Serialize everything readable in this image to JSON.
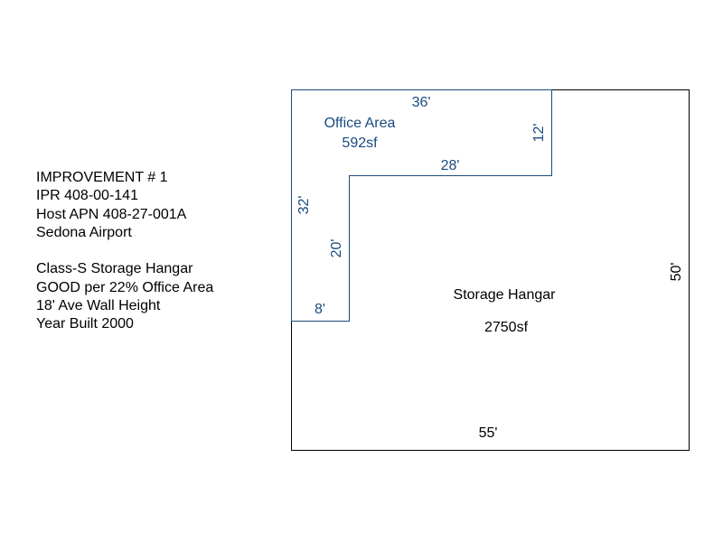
{
  "info_block": {
    "lines": [
      "IMPROVEMENT # 1",
      "IPR 408-00-141",
      "Host APN 408-27-001A",
      "Sedona Airport",
      "",
      "Class-S Storage Hangar",
      "GOOD per 22% Office Area",
      "18' Ave Wall Height",
      "Year Built 2000"
    ]
  },
  "office_area": {
    "label": "Office Area",
    "area": "592sf",
    "dimensions": {
      "top": "36'",
      "right": "12'",
      "inner_horizontal": "28'",
      "left": "32'",
      "inner_vertical": "20'",
      "bottom": "8'"
    }
  },
  "storage_hangar": {
    "label": "Storage Hangar",
    "area": "2750sf",
    "dimensions": {
      "right": "50'",
      "bottom": "55'"
    }
  },
  "colors": {
    "office": "#1a4a80",
    "hangar": "#000000",
    "background": "#ffffff"
  }
}
